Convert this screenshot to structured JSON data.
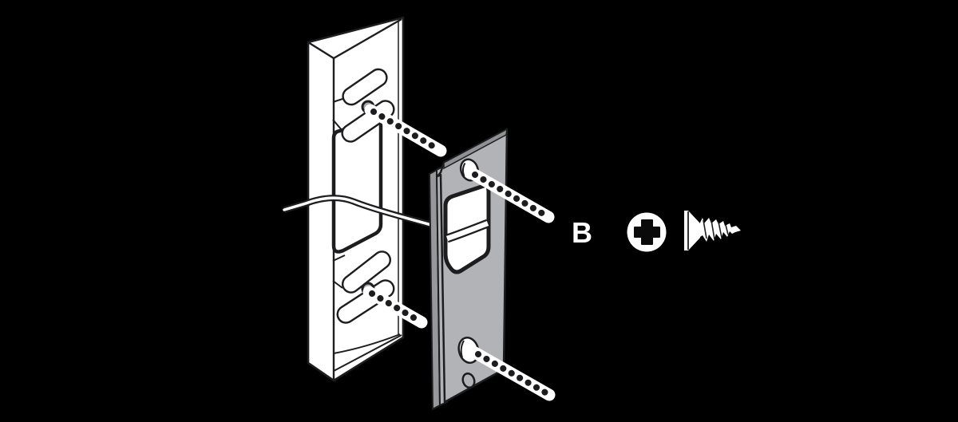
{
  "figure": {
    "kind": "hardware-installation-step-illustration",
    "label_b": "B",
    "parts": {
      "door_jamb": "door jamb with routed latch mortise",
      "wire": "wire passing through mortise",
      "strike_plate": "metal strike plate with latch opening and screw holes",
      "screw_paths": "dotted screw driving path lines",
      "phillips_head": "phillips screw head front view icon",
      "screw": "flat-head phillips screw side view"
    },
    "colors": {
      "background": "#000000",
      "line": "#1d1d1f",
      "white": "#ffffff",
      "plate_face": "#b1b3b7",
      "plate_edge_dark": "#96989c",
      "plate_bevel": "#8f9195",
      "pilot_hole": "#a7a9ac"
    }
  }
}
